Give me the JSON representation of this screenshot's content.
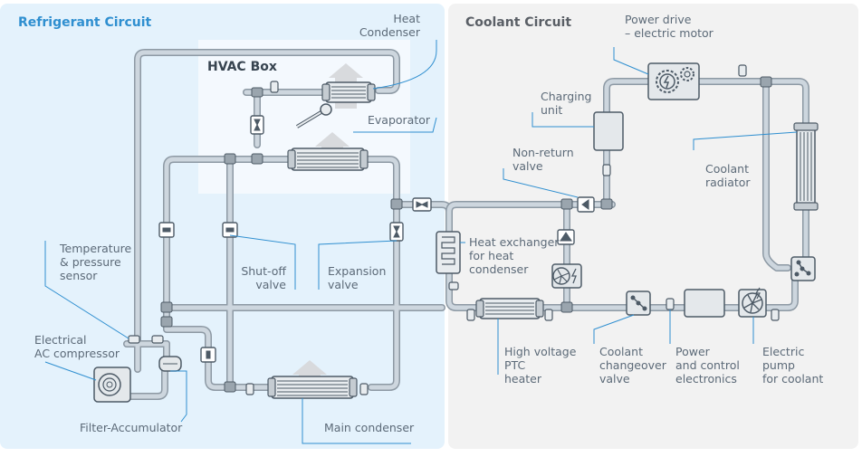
{
  "panels": {
    "refrigerant_title": "Refrigerant Circuit",
    "coolant_title": "Coolant Circuit",
    "hvac_title": "HVAC Box"
  },
  "labels": {
    "heat_condenser": [
      "Heat",
      "Condenser"
    ],
    "evaporator": [
      "Evaporator"
    ],
    "temp_sensor": [
      "Temperature",
      "& pressure",
      "sensor"
    ],
    "ac_compressor": [
      "Electrical",
      "AC compressor"
    ],
    "filter_accumulator": [
      "Filter-Accumulator"
    ],
    "shutoff_valve": [
      "Shut-off",
      "valve"
    ],
    "expansion_valve": [
      "Expansion",
      "valve"
    ],
    "main_condenser": [
      "Main condenser"
    ],
    "power_drive": [
      "Power drive",
      "– electric motor"
    ],
    "charging_unit": [
      "Charging",
      "unit"
    ],
    "nonreturn_valve": [
      "Non-return",
      "valve"
    ],
    "coolant_radiator": [
      "Coolant",
      "radiator"
    ],
    "heat_exchanger": [
      "Heat exchanger",
      "for heat",
      "condenser"
    ],
    "hv_ptc_heater": [
      "High voltage",
      "PTC",
      "heater"
    ],
    "coolant_changeover": [
      "Coolant",
      "changeover",
      "valve"
    ],
    "power_electronics": [
      "Power",
      "and control",
      "electronics"
    ],
    "electric_pump": [
      "Electric",
      "pump",
      "for coolant"
    ]
  },
  "colors": {
    "refrigerant_bg": "#e4f2fc",
    "hvac_bg": "#f4f9fe",
    "coolant_bg": "#f2f2f2",
    "pipe": "#cdd6de",
    "pipe_edge": "#8d99a4",
    "outline": "#4d5a66",
    "leader": "#2f8fd0",
    "refrigerant_title": "#2f8fd0",
    "coolant_title": "#5a5f66",
    "text": "#5c6a78",
    "arrow": "#d6d9dc"
  }
}
